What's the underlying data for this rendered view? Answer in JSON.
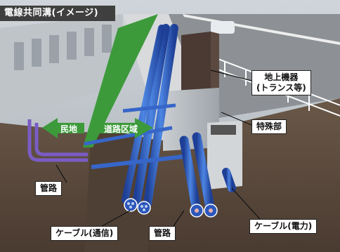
{
  "header": {
    "title": "電線共同溝(イメージ)"
  },
  "labels": {
    "ground_equipment": "地上機器\n(トランス等)",
    "special_part": "特殊部",
    "pipe_left": "管路",
    "pipe_bottom": "管路",
    "cable_comm": "ケーブル(通信)",
    "cable_power": "ケーブル(電力)"
  },
  "arrows": {
    "private_land": "民地",
    "road_area": "道路区域"
  },
  "colors": {
    "pipe_blue": "#3766c9",
    "green_arrow": "#3c9a3a",
    "header_bg": "#3f3f3f",
    "soil": "#5b4a3d"
  }
}
